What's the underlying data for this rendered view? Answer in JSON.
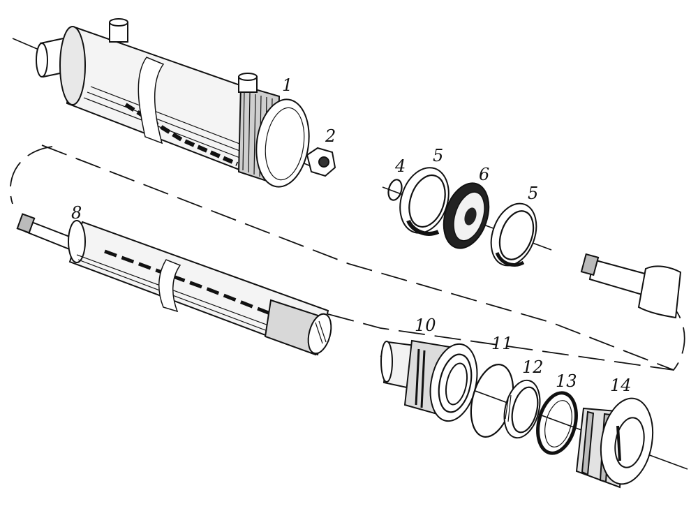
{
  "labels": {
    "l1": "1",
    "l2": "2",
    "l4": "4",
    "l5a": "5",
    "l6": "6",
    "l5b": "5",
    "l8": "8",
    "l10": "10",
    "l11": "11",
    "l12": "12",
    "l13": "13",
    "l14": "14"
  },
  "ink_color": "#111111",
  "paper_color": "#ffffff"
}
